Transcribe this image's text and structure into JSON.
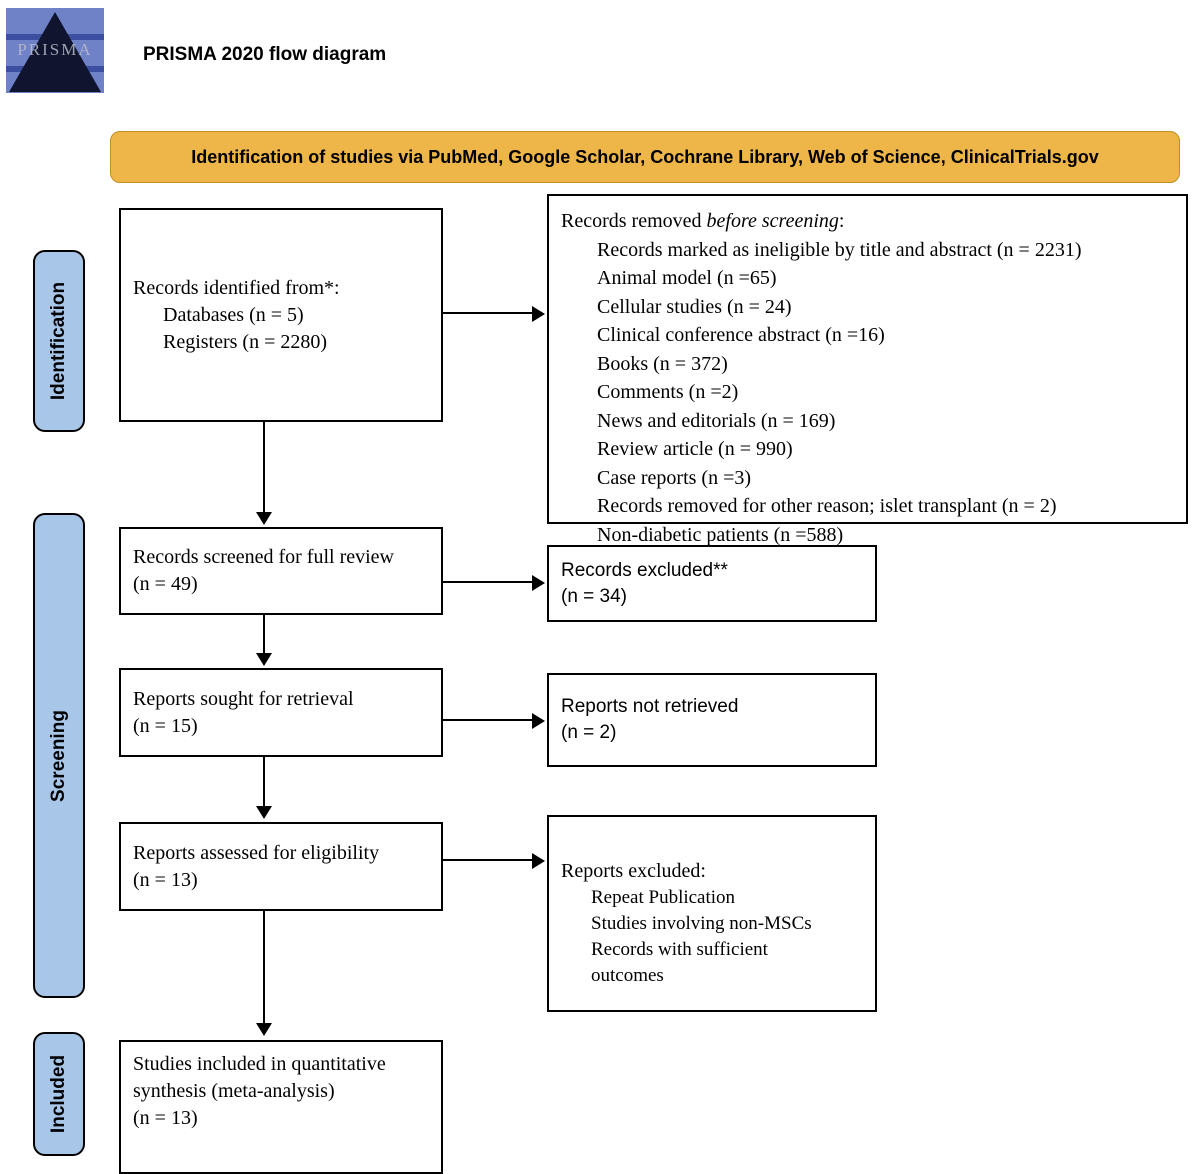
{
  "header": {
    "logo_word": "PRISMA",
    "title": "PRISMA 2020 flow diagram"
  },
  "banner": {
    "text": "Identification of studies via PubMed, Google Scholar, Cochrane Library, Web of Science, ClinicalTrials.gov",
    "color": "#eeb548"
  },
  "stages": {
    "identification": "Identification",
    "screening": "Screening",
    "included": "Included",
    "color": "#a8c6e8"
  },
  "boxes": {
    "identified": {
      "lines": [
        "Records identified from*:",
        "Databases (n = 5)",
        "Registers (n = 2280)"
      ]
    },
    "removed": {
      "title_prefix": "Records removed ",
      "title_italic": "before screening",
      "title_suffix": ":",
      "lines": [
        "Records marked as ineligible by title and abstract (n = 2231)",
        "Animal model (n =65)",
        "Cellular studies (n = 24)",
        "Clinical conference abstract (n =16)",
        "Books (n = 372)",
        "Comments (n =2)",
        "News and editorials (n = 169)",
        "Review article (n = 990)",
        "Case reports (n =3)",
        "Records removed for other reason; islet transplant (n = 2)",
        "Non-diabetic patients (n =588)"
      ]
    },
    "screened": {
      "lines": [
        "Records screened for full review",
        "(n = 49)"
      ]
    },
    "excluded": {
      "lines": [
        "Records excluded**",
        "(n = 34)"
      ]
    },
    "sought": {
      "lines": [
        "Reports sought for retrieval",
        "(n = 15)"
      ]
    },
    "not_retrieved": {
      "lines": [
        "Reports not retrieved",
        "(n = 2)"
      ]
    },
    "assessed": {
      "lines": [
        " Reports assessed for eligibility",
        "(n = 13)"
      ]
    },
    "reports_excluded": {
      "title": "Reports excluded:",
      "lines": [
        "Repeat Publication",
        "Studies involving non-MSCs",
        "Records with sufficient",
        "outcomes"
      ]
    },
    "included": {
      "lines": [
        "Studies included in quantitative",
        "synthesis (meta-analysis)",
        "(n = 13)"
      ]
    }
  }
}
